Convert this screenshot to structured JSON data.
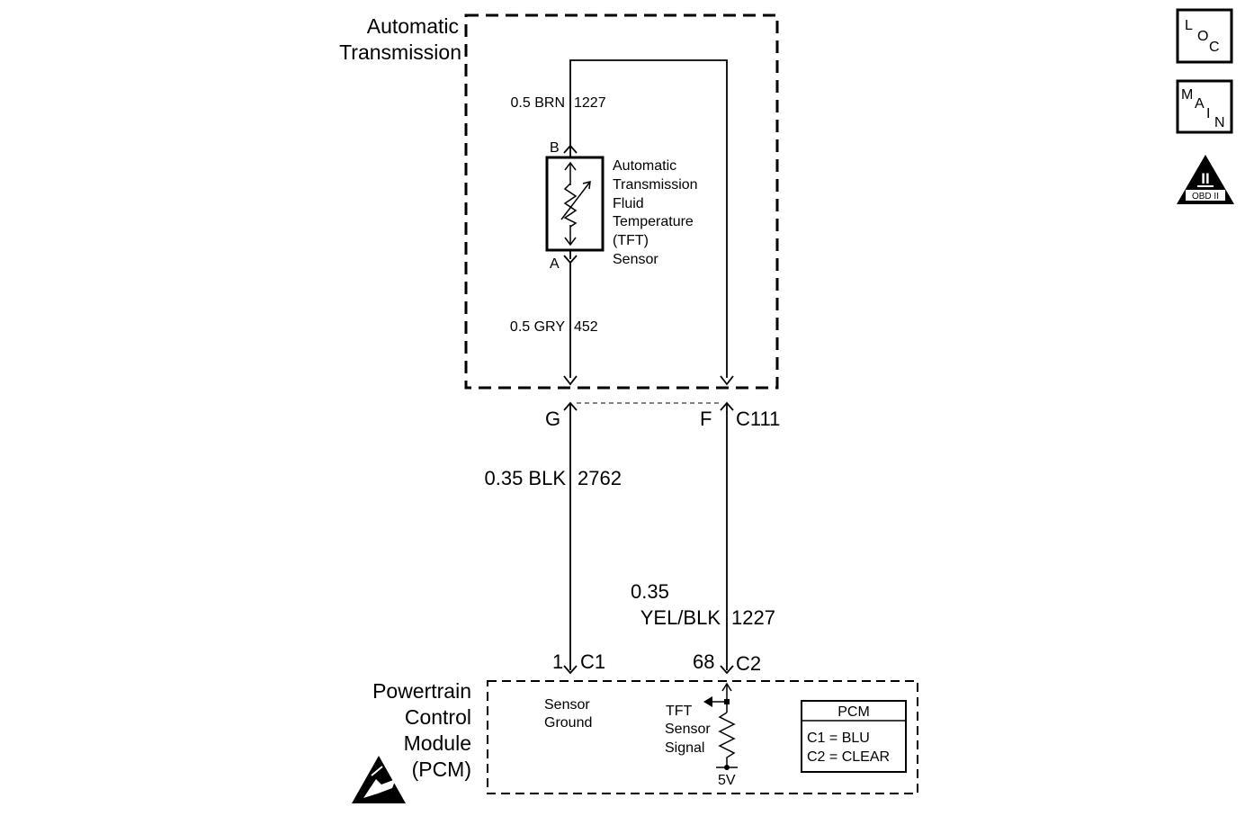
{
  "transmission": {
    "label_line1": "Automatic",
    "label_line2": "Transmission"
  },
  "tft_sensor": {
    "connector_b": "B",
    "connector_a": "A",
    "label_lines": [
      "Automatic",
      "Transmission",
      "Fluid",
      "Temperature",
      "(TFT)",
      "Sensor"
    ]
  },
  "wires": {
    "brn": {
      "gauge_color": "0.5 BRN",
      "circuit": "1227"
    },
    "gry": {
      "gauge_color": "0.5 GRY",
      "circuit": "452"
    },
    "blk": {
      "gauge_color": "0.35 BLK",
      "circuit": "2762"
    },
    "yel": {
      "gauge": "0.35",
      "color": "YEL/BLK",
      "circuit": "1227"
    }
  },
  "connector_c111": {
    "pin_left": "G",
    "pin_right": "F",
    "name": "C111"
  },
  "pcm_pins": {
    "left_pin": "1",
    "left_connector": "C1",
    "right_pin": "68",
    "right_connector": "C2"
  },
  "pcm": {
    "label_lines": [
      "Powertrain",
      "Control",
      "Module",
      "(PCM)"
    ],
    "sensor_ground": [
      "Sensor",
      "Ground"
    ],
    "tft_signal": [
      "TFT",
      "Sensor",
      "Signal"
    ],
    "ref_voltage": "5V",
    "legend_title": "PCM",
    "legend_c1": "C1 = BLU",
    "legend_c2": "C2 = CLEAR"
  },
  "nav_buttons": {
    "loc": {
      "l": "L",
      "o": "O",
      "c": "C"
    },
    "main": {
      "m": "M",
      "a": "A",
      "i": "I",
      "n": "N"
    },
    "obd": {
      "roman": "II",
      "label": "OBD II"
    }
  }
}
